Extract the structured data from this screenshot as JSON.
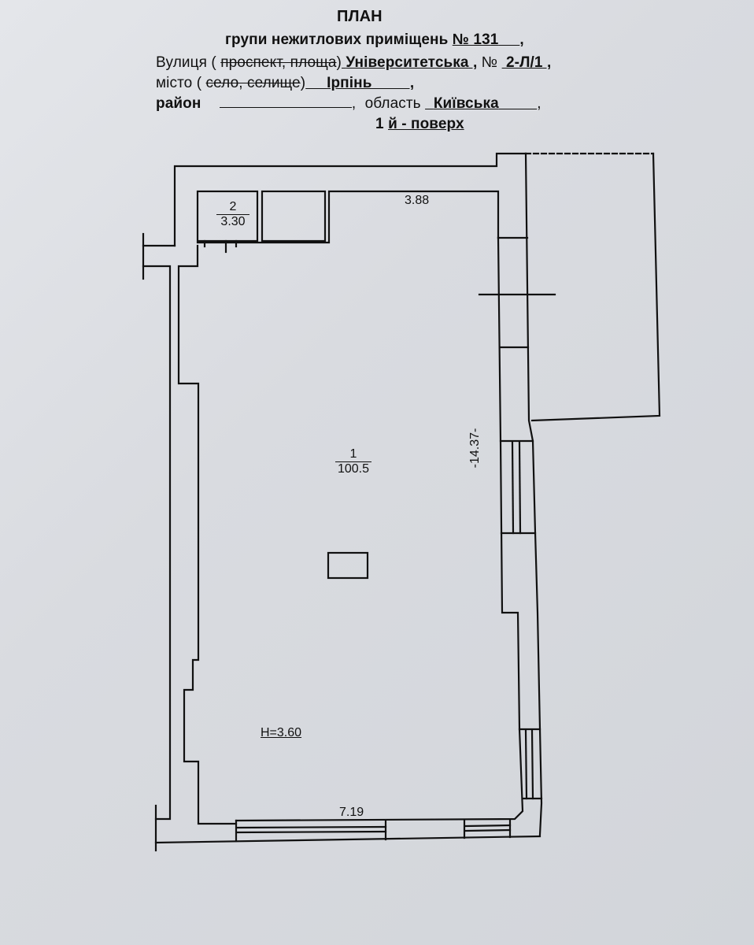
{
  "document": {
    "title": "ПЛАН",
    "subtitle_prefix": "групи нежитлових приміщень",
    "group_number": "№ 131",
    "street_label": "Вулиця (",
    "street_struck": "проспект, площа",
    "street_close": ")",
    "street_value": "Університетська",
    "number_label": "№",
    "number_value": "2-Л/1",
    "city_label": "місто (",
    "city_struck": "село, селище",
    "city_close": ")",
    "city_value": "Ірпінь",
    "district_label": "район",
    "district_value": "",
    "region_label": "область",
    "region_value": "Київська",
    "floor_prefix": "1",
    "floor_value": "й - поверх",
    "comma": ","
  },
  "plan": {
    "rooms": [
      {
        "number": "2",
        "area": "3.30"
      },
      {
        "number": "1",
        "area": "100.5"
      }
    ],
    "dimensions": {
      "top_width": "3.88",
      "right_length": "-14.37-",
      "bottom_width": "7.19",
      "ceiling_height": "H=3.60"
    },
    "line_color": "#111111",
    "paper_color": "#dcdee3"
  }
}
